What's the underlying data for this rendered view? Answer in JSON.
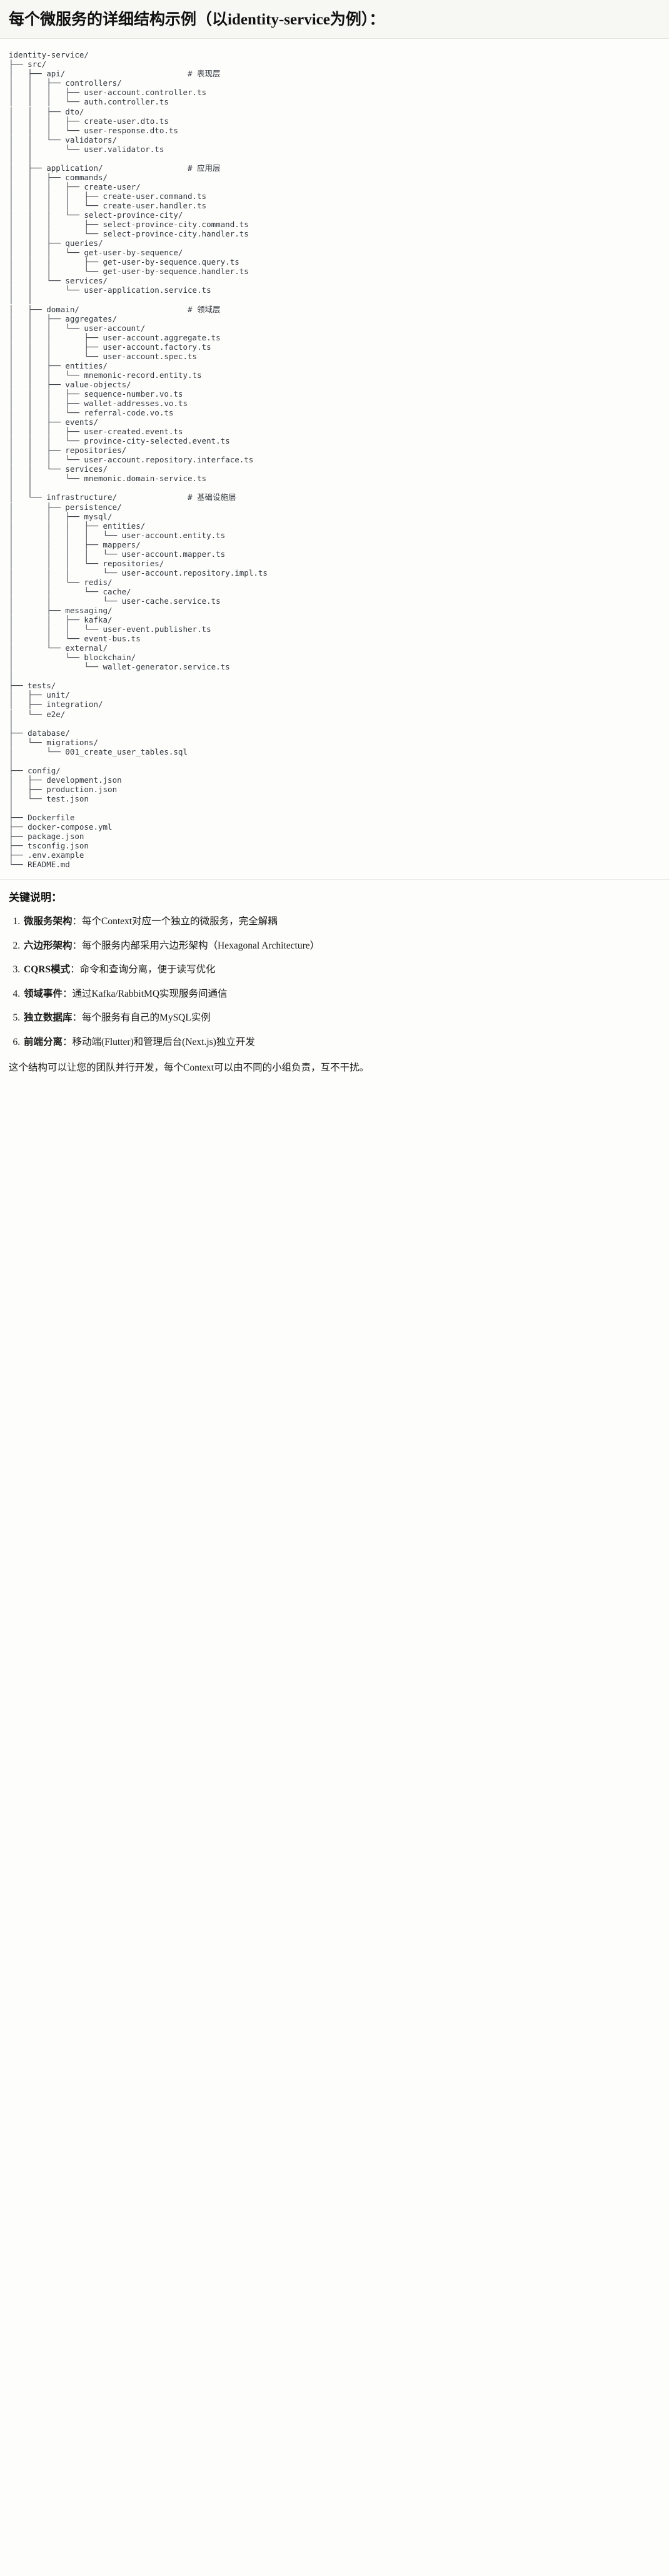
{
  "header": {
    "title": "每个微服务的详细结构示例（以identity-service为例）："
  },
  "tree": {
    "root": "identity-service/",
    "text": "identity-service/\n├── src/\n│   ├── api/                          # 表现层\n│   │   ├── controllers/\n│   │   │   ├── user-account.controller.ts\n│   │   │   └── auth.controller.ts\n│   │   ├── dto/\n│   │   │   ├── create-user.dto.ts\n│   │   │   └── user-response.dto.ts\n│   │   └── validators/\n│   │       └── user.validator.ts\n│   │\n│   ├── application/                  # 应用层\n│   │   ├── commands/\n│   │   │   ├── create-user/\n│   │   │   │   ├── create-user.command.ts\n│   │   │   │   └── create-user.handler.ts\n│   │   │   └── select-province-city/\n│   │   │       ├── select-province-city.command.ts\n│   │   │       └── select-province-city.handler.ts\n│   │   ├── queries/\n│   │   │   └── get-user-by-sequence/\n│   │   │       ├── get-user-by-sequence.query.ts\n│   │   │       └── get-user-by-sequence.handler.ts\n│   │   └── services/\n│   │       └── user-application.service.ts\n│   │\n│   ├── domain/                       # 领域层\n│   │   ├── aggregates/\n│   │   │   └── user-account/\n│   │   │       ├── user-account.aggregate.ts\n│   │   │       ├── user-account.factory.ts\n│   │   │       └── user-account.spec.ts\n│   │   ├── entities/\n│   │   │   └── mnemonic-record.entity.ts\n│   │   ├── value-objects/\n│   │   │   ├── sequence-number.vo.ts\n│   │   │   ├── wallet-addresses.vo.ts\n│   │   │   └── referral-code.vo.ts\n│   │   ├── events/\n│   │   │   ├── user-created.event.ts\n│   │   │   └── province-city-selected.event.ts\n│   │   ├── repositories/\n│   │   │   └── user-account.repository.interface.ts\n│   │   └── services/\n│   │       └── mnemonic.domain-service.ts\n│   │\n│   └── infrastructure/               # 基础设施层\n│       ├── persistence/\n│       │   ├── mysql/\n│       │   │   ├── entities/\n│       │   │   │   └── user-account.entity.ts\n│       │   │   ├── mappers/\n│       │   │   │   └── user-account.mapper.ts\n│       │   │   └── repositories/\n│       │   │       └── user-account.repository.impl.ts\n│       │   └── redis/\n│       │       └── cache/\n│       │           └── user-cache.service.ts\n│       ├── messaging/\n│       │   ├── kafka/\n│       │   │   └── user-event.publisher.ts\n│       │   └── event-bus.ts\n│       └── external/\n│           └── blockchain/\n│               └── wallet-generator.service.ts\n│\n├── tests/\n│   ├── unit/\n│   ├── integration/\n│   └── e2e/\n│\n├── database/\n│   └── migrations/\n│       └── 001_create_user_tables.sql\n│\n├── config/\n│   ├── development.json\n│   ├── production.json\n│   └── test.json\n│\n├── Dockerfile\n├── docker-compose.yml\n├── package.json\n├── tsconfig.json\n├── .env.example\n└── README.md",
    "layer_comments": [
      "# 表现层",
      "# 应用层",
      "# 领域层",
      "# 基础设施层"
    ]
  },
  "notes": {
    "title": "关键说明：",
    "items": [
      {
        "term": "微服务架构",
        "sep": "：",
        "desc": "每个Context对应一个独立的微服务，完全解耦"
      },
      {
        "term": "六边形架构",
        "sep": "：",
        "desc": "每个服务内部采用六边形架构（Hexagonal Architecture）"
      },
      {
        "term": "CQRS模式",
        "sep": "：",
        "desc": "命令和查询分离，便于读写优化"
      },
      {
        "term": "领域事件",
        "sep": "：",
        "desc": "通过Kafka/RabbitMQ实现服务间通信"
      },
      {
        "term": "独立数据库",
        "sep": "：",
        "desc": "每个服务有自己的MySQL实例"
      },
      {
        "term": "前端分离",
        "sep": "：",
        "desc": "移动端(Flutter)和管理后台(Next.js)独立开发"
      }
    ],
    "closing": "这个结构可以让您的团队并行开发，每个Context可以由不同的小组负责，互不干扰。"
  },
  "colors": {
    "header_bg": "#f7f7f3",
    "page_bg": "#fdfdfb",
    "text": "#1a1a1a",
    "code_text": "#333840",
    "rule": "#e6e4dd"
  }
}
